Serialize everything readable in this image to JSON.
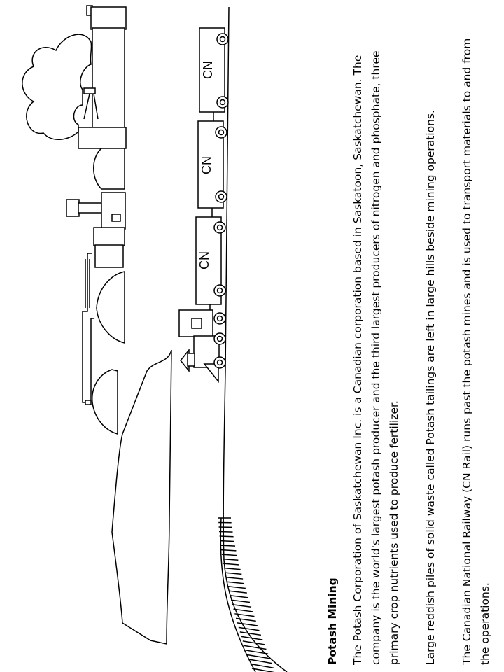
{
  "document": {
    "title": "Potash Mining",
    "paragraphs": [
      "The Potash Corporation of Saskatchewan Inc. is a Canadian corporation based in Saskatoon, Saskatchewan. The company is the world's largest potash producer and the third largest producers of nitrogen and phosphate, three primary crop nutrients used to produce fertilizer.",
      "Large reddish piles of solid waste called Potash tailings are left in large hills beside mining operations.",
      "The Canadian National Railway (CN Rail) runs past the potash mines and is used to transport materials to and from the operations."
    ]
  },
  "illustration": {
    "car_labels": [
      "CN",
      "CN",
      "CN"
    ]
  }
}
